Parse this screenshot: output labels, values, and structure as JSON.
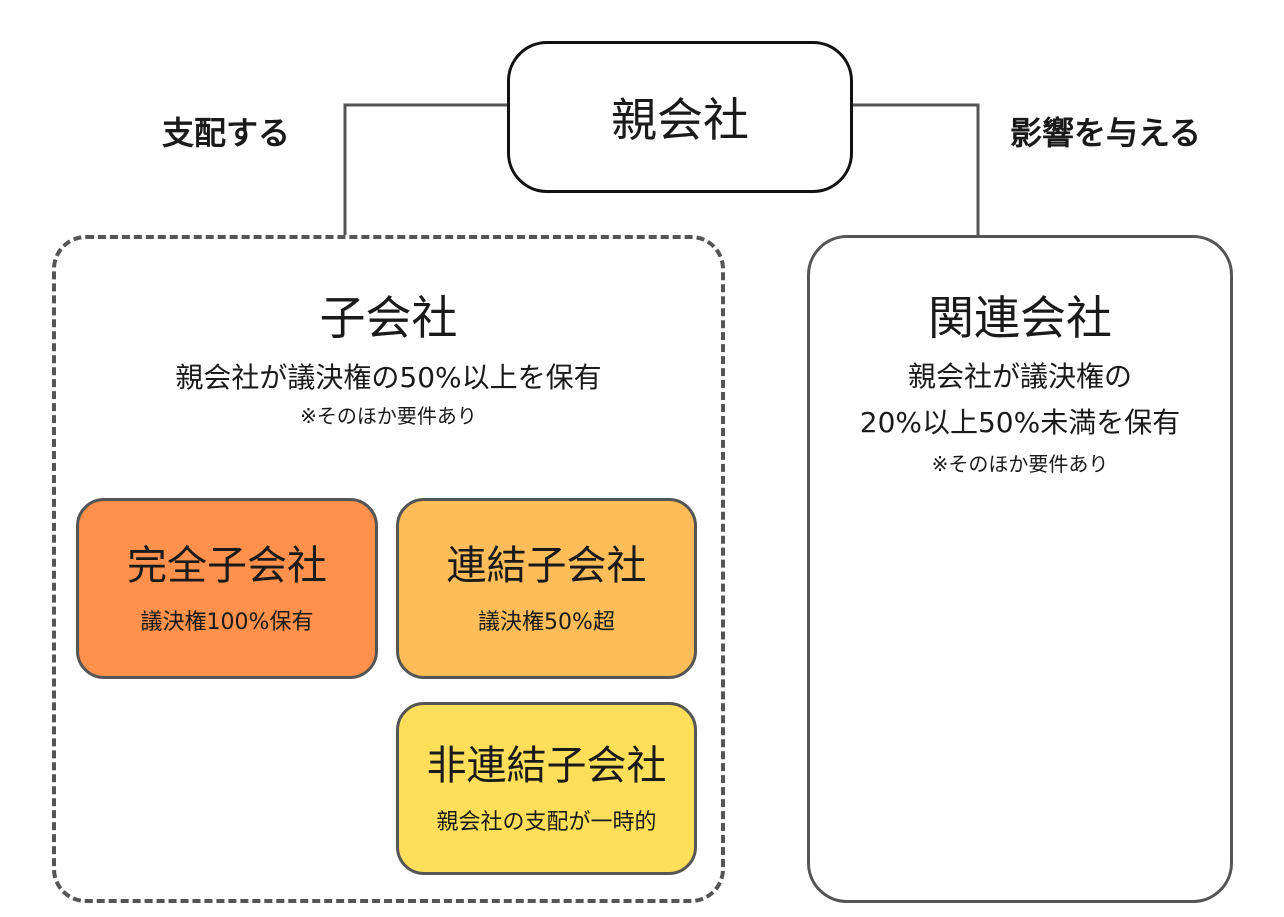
{
  "parent": {
    "label": "親会社"
  },
  "relations": {
    "control": "支配する",
    "influence": "影響を与える"
  },
  "subsidiary": {
    "title": "子会社",
    "description": "親会社が議決権の50%以上を保有",
    "note": "※そのほか要件あり",
    "types": [
      {
        "title": "完全子会社",
        "description": "議決権100%保有",
        "color": "#ff914d"
      },
      {
        "title": "連結子会社",
        "description": "議決権50%超",
        "color": "#ffbd59"
      },
      {
        "title": "非連結子会社",
        "description": "親会社の支配が一時的",
        "color": "#ffde59"
      }
    ]
  },
  "associate": {
    "title": "関連会社",
    "description_line1": "親会社が議決権の",
    "description_line2": "20%以上50%未満を保有",
    "note": "※そのほか要件あり"
  }
}
